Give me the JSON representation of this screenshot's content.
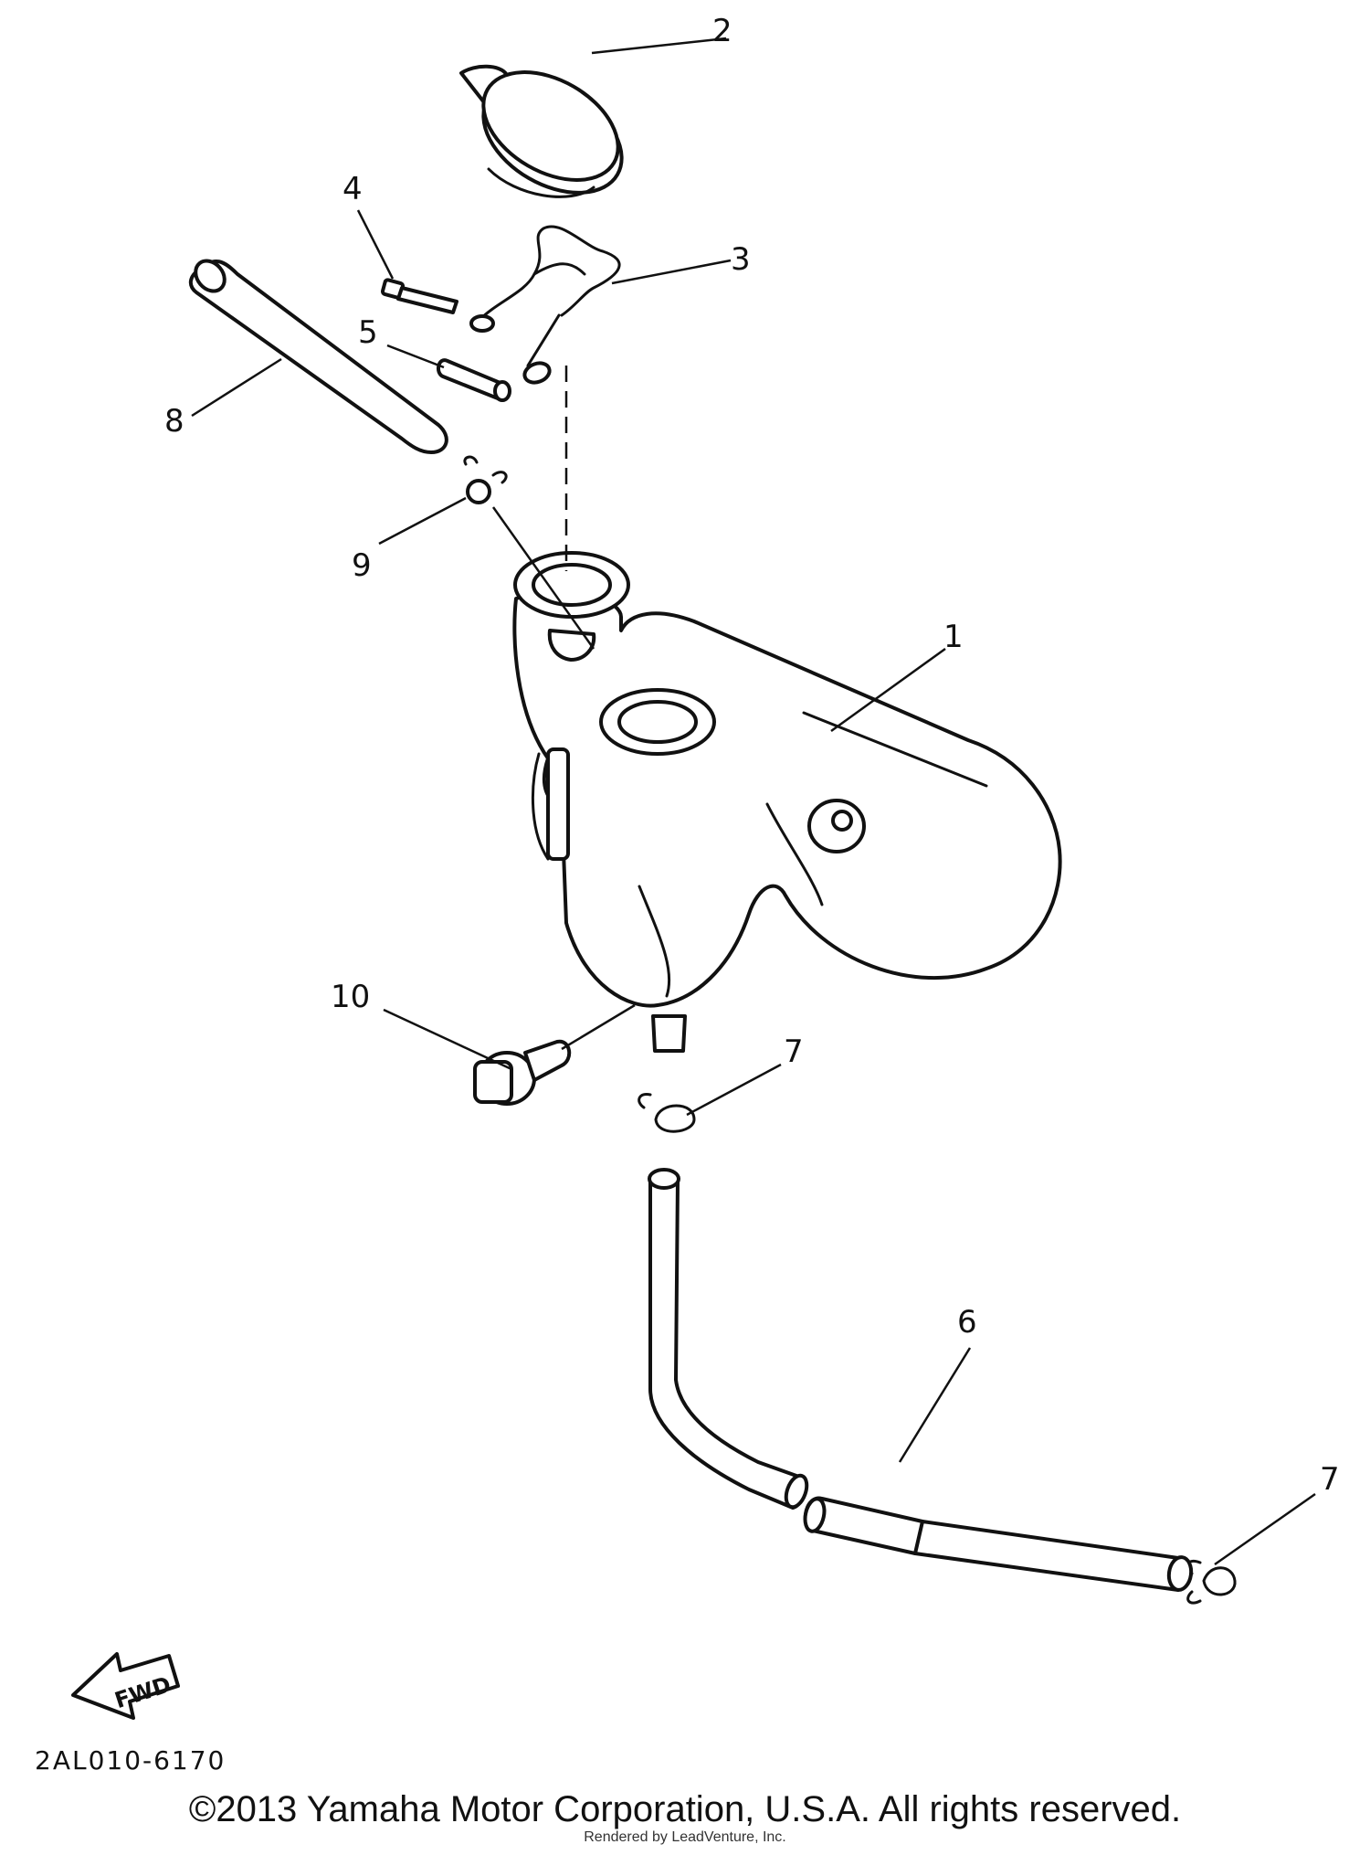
{
  "diagram": {
    "callouts": {
      "c1": "1",
      "c2": "2",
      "c3": "3",
      "c4": "4",
      "c5": "5",
      "c6": "6",
      "c7a": "7",
      "c7b": "7",
      "c8": "8",
      "c9": "9",
      "c10": "10"
    },
    "fwd_label": "FWD",
    "diagram_code": "2AL010-6170"
  },
  "footer": {
    "copyright": "©2013 Yamaha Motor Corporation, U.S.A. All rights reserved.",
    "rendered_by": "Rendered by LeadVenture, Inc."
  }
}
